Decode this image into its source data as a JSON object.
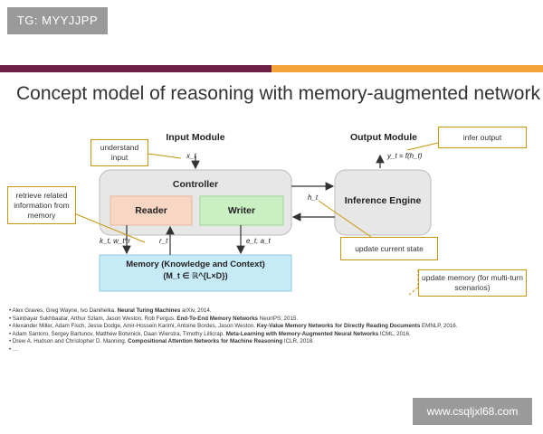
{
  "watermark_tag": "TG: MYYJJPP",
  "watermark_site": "www.csqljxl68.com",
  "slide": {
    "title": "Concept model of reasoning with memory-augmented network",
    "input_module": "Input Module",
    "output_module": "Output Module",
    "x_t": "x_t",
    "y_eq": "y_t = f(h_t)",
    "controller": "Controller",
    "reader": "Reader",
    "writer": "Writer",
    "inference_engine": "Inference Engine",
    "h_t": "h_t",
    "k_t_w_t": "k_t, w_t^r",
    "r_t": "r_t",
    "e_t_a_t": "e_t, a_t",
    "memory_title": "Memory (Knowledge and Context)",
    "memory_formula": "(M_t ∈ ℝ^{L×D})",
    "notes": {
      "understand_input": "understand input",
      "retrieve": "retrieve related information from memory",
      "infer_output": "infer output",
      "update_state": "update current state",
      "update_memory": "update memory (for multi-turn scenarios)"
    },
    "references": [
      {
        "authors": "Alex Graves, Greg Wayne, Ivo Danihelka.",
        "title": "Neural Turing Machines",
        "venue": "arXiv, 2014."
      },
      {
        "authors": "Sainbayar Sukhbaatar, Arthur Szlam, Jason Weston, Rob Fergus.",
        "title": "End-To-End Memory Networks",
        "venue": "NeurIPS, 2015."
      },
      {
        "authors": "Alexander Miller, Adam Fisch, Jesse Dodge, Amir-Hossein Karimi, Antoine Bordes, Jason Weston.",
        "title": "Key-Value Memory Networks for Directly Reading Documents",
        "venue": "EMNLP, 2016."
      },
      {
        "authors": "Adam Santoro, Sergey Bartunov, Matthew Botvinick, Daan Wierstra, Timothy Lillicrap.",
        "title": "Meta-Learning with Memory-Augmented Neural Networks",
        "venue": "ICML, 2016."
      },
      {
        "authors": "Drew A. Hudson and Christopher D. Manning.",
        "title": "Compositional Attention Networks for Machine Reasoning",
        "venue": "ICLR, 2018."
      },
      {
        "authors": "…",
        "title": "",
        "venue": ""
      }
    ]
  }
}
